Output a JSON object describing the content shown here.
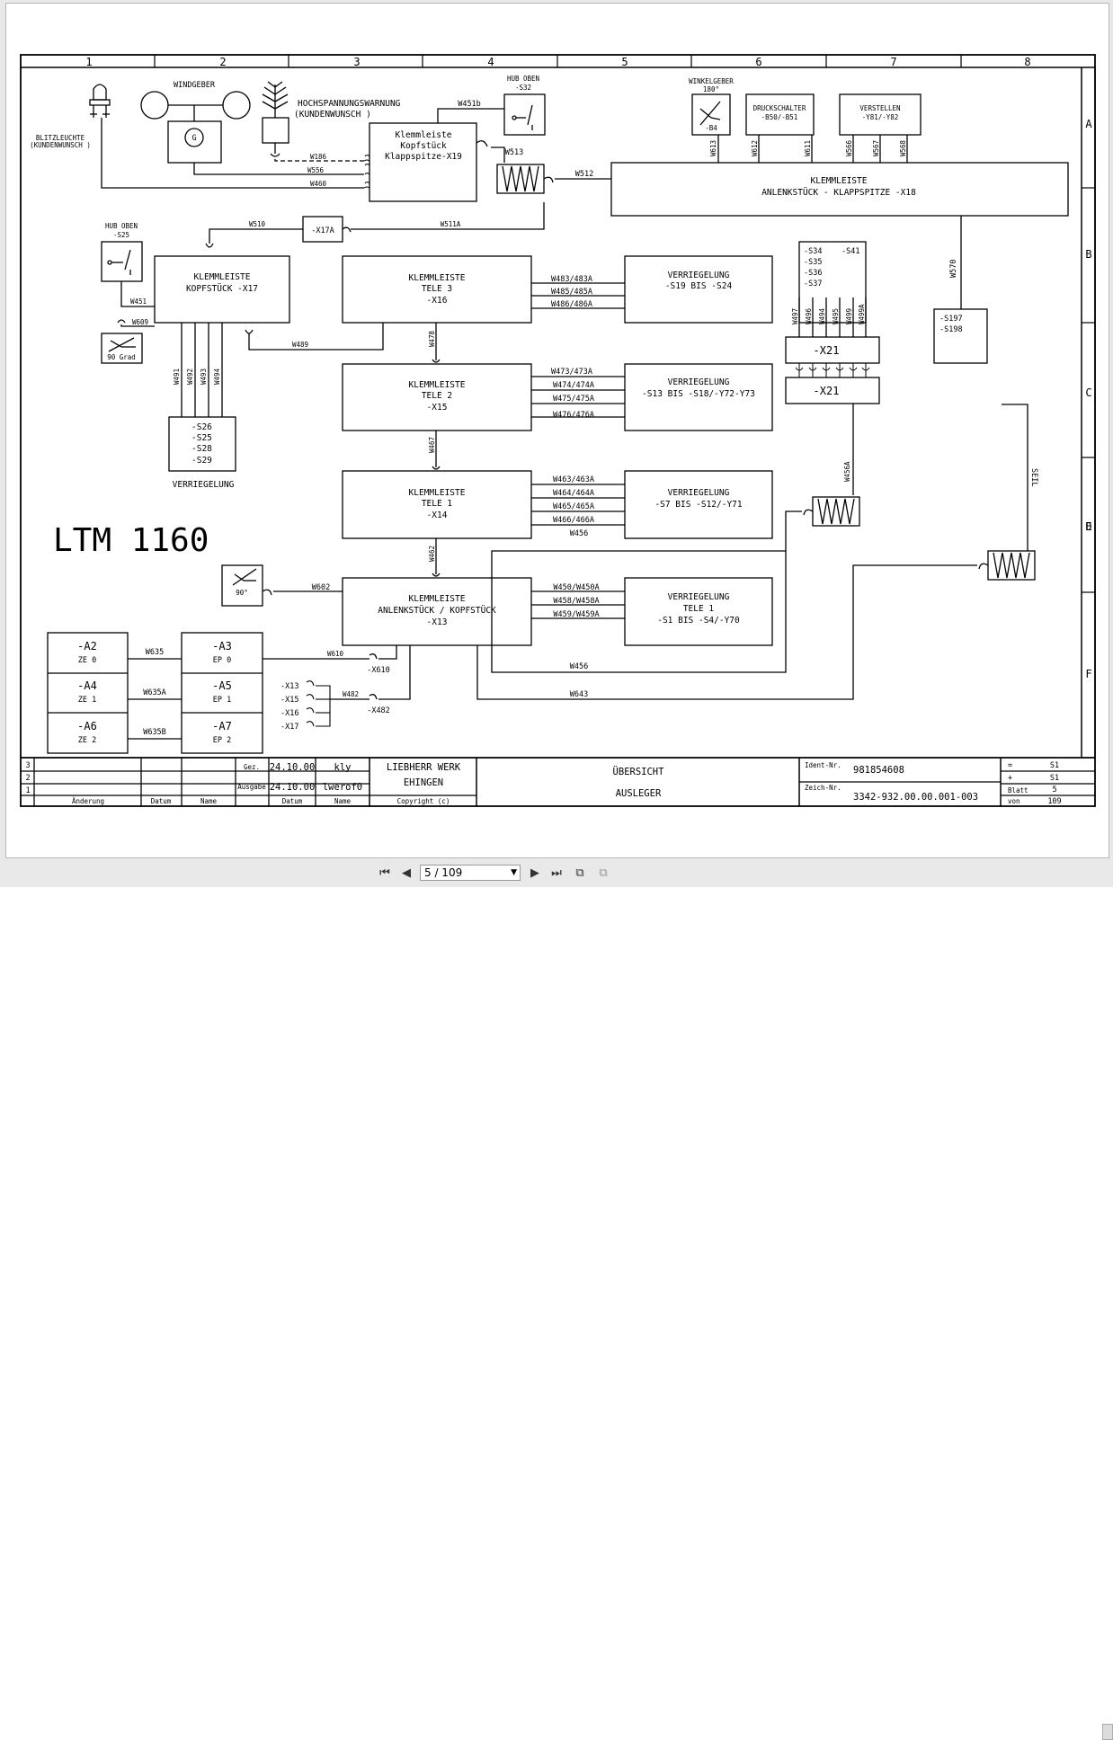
{
  "columns": [
    "1",
    "2",
    "3",
    "4",
    "5",
    "6",
    "7",
    "8"
  ],
  "rows": [
    "A",
    "B",
    "C",
    "D",
    "E",
    "F"
  ],
  "model": "LTM 1160",
  "components": {
    "blitz": [
      "BLITZLEUCHTE",
      "(KUNDENWUNSCH )"
    ],
    "windgeber": "WINDGEBER",
    "windgeber_g": "G",
    "hochspannung": [
      "HOCHSPANNUNGSWARNUNG",
      "(KUNDENWUNSCH )"
    ],
    "hub_oben_top": [
      "HUB OBEN",
      "-S32"
    ],
    "winkelgeber": [
      "WINKELGEBER",
      "180°",
      "-B4"
    ],
    "druckschalter": [
      "DRUCKSCHALTER",
      "-B50/-B51"
    ],
    "verstellen": [
      "VERSTELLEN",
      "-Y81/-Y82"
    ],
    "x19": [
      "Klemmleiste",
      "Kopfstück",
      "Klappspitze-X19"
    ],
    "x18": [
      "KLEMMLEISTE",
      "ANLENKSTÜCK - KLAPPSPITZE -X18"
    ],
    "x17a": "-X17A",
    "hub_oben_left": [
      "HUB OBEN",
      "-S25"
    ],
    "x17": [
      "KLEMMLEISTE",
      "KOPFSTÜCK -X17"
    ],
    "winkel90": "90 Grad",
    "verr_left": [
      "-S26",
      "-S25",
      "-S28",
      "-S29"
    ],
    "verr_left_label": "VERRIEGELUNG",
    "x16": [
      "KLEMMLEISTE",
      "TELE 3",
      "-X16"
    ],
    "x15": [
      "KLEMMLEISTE",
      "TELE 2",
      "-X15"
    ],
    "x14": [
      "KLEMMLEISTE",
      "TELE 1",
      "-X14"
    ],
    "x13": [
      "KLEMMLEISTE",
      "ANLENKSTÜCK / KOPFSTÜCK",
      "-X13"
    ],
    "v16": [
      "VERRIEGELUNG",
      "-S19 BIS -S24"
    ],
    "v15": [
      "VERRIEGELUNG",
      "-S13 BIS -S18/-Y72-Y73"
    ],
    "v14": [
      "VERRIEGELUNG",
      "-S7 BIS -S12/-Y71"
    ],
    "v13": [
      "VERRIEGELUNG",
      "TELE 1",
      "-S1 BIS -S4/-Y70"
    ],
    "s34": [
      "-S34",
      "-S35",
      "-S36",
      "-S37"
    ],
    "s41": "-S41",
    "x21": "-X21",
    "s197": [
      "-S197",
      "-S198"
    ],
    "seil": "SEIL",
    "winkel90b": "90°",
    "a_left": [
      [
        "-A2",
        "ZE 0"
      ],
      [
        "-A4",
        "ZE 1"
      ],
      [
        "-A6",
        "ZE 2"
      ]
    ],
    "a_right": [
      [
        "-A3",
        "EP 0"
      ],
      [
        "-A5",
        "EP 1"
      ],
      [
        "-A7",
        "EP 2"
      ]
    ],
    "x_small": [
      "-X13",
      "-X15",
      "-X16",
      "-X17"
    ],
    "x610": "-X610",
    "x482": "-X482"
  },
  "wires": {
    "w451b": "W451b",
    "w513": "W513",
    "w512": "W512",
    "w186": "W186",
    "w556": "W556",
    "w460": "W460",
    "w510": "W510",
    "w511a": "W511A",
    "w451": "W451",
    "w609": "W609",
    "w489": "W489",
    "w491": "W491",
    "w492": "W492",
    "w493": "W493",
    "w494": "W494",
    "w613": "W613",
    "w612": "W612",
    "w611": "W611",
    "w566": "W566",
    "w567": "W567",
    "w568": "W568",
    "w570": "W570",
    "w16": [
      "W483/483A",
      "W485/485A",
      "W486/486A"
    ],
    "w15": [
      "W473/473A",
      "W474/474A",
      "W475/475A",
      "W476/476A"
    ],
    "w14": [
      "W463/463A",
      "W464/464A",
      "W465/465A",
      "W466/466A"
    ],
    "w456a": "W456",
    "w13": [
      "W450/W450A",
      "W458/W458A",
      "W459/W459A"
    ],
    "w478": "W478",
    "w467": "W467",
    "w462": "W462",
    "x21w": [
      "W497",
      "W496",
      "W494",
      "W495",
      "W499",
      "W499A"
    ],
    "w456a_vert": "W456A",
    "w602": "W602",
    "w610": "W610",
    "w635": "W635",
    "w635a": "W635A",
    "w635b": "W635B",
    "w482": "W482",
    "w456b": "W456",
    "w643": "W643"
  },
  "titleblock": {
    "rev_rows": [
      "3",
      "2",
      "1"
    ],
    "rev_headers": [
      "Änderung",
      "Datum",
      "Name"
    ],
    "gez_label": "Gez.",
    "gez_date": "24.10.00",
    "gez_name": "kly",
    "ausgabe_label": "Ausgabe",
    "ausgabe_date": "24.10.00",
    "ausgabe_name": "lwerof0",
    "datum_label": "Datum",
    "name_label": "Name",
    "company": [
      "LIEBHERR WERK",
      "EHINGEN"
    ],
    "copyright": "Copyright (c)",
    "title": [
      "ÜBERSICHT",
      "AUSLEGER"
    ],
    "ident_label": "Ident-Nr.",
    "ident": "981854608",
    "zeich_label": "Zeich-Nr.",
    "zeich": "3342-932.00.00.001-003",
    "eq": "=",
    "eq_val": "S1",
    "plus": "+",
    "plus_val": "S1",
    "blatt_label": "Blatt",
    "blatt": "5",
    "von_label": "von",
    "von": "109"
  },
  "toolbar": {
    "page": "5 / 109"
  }
}
